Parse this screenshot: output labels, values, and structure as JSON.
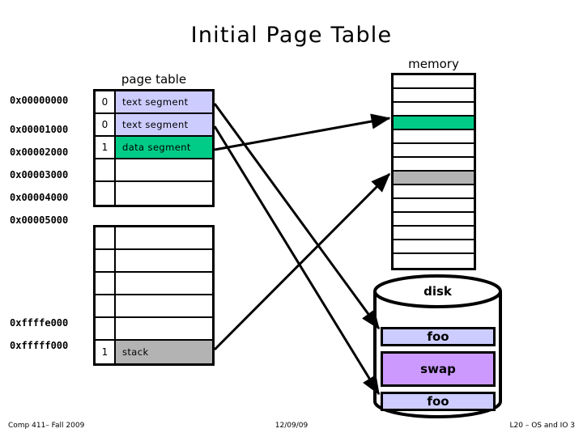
{
  "slide": {
    "title": "Initial Page Table",
    "background": "#ffffff"
  },
  "colors": {
    "text_segment": "#ccccff",
    "data_segment": "#00cc88",
    "stack": "#b3b3b3",
    "swap": "#cc99ff",
    "foo": "#ccccff",
    "memory_resident": "#00cc88",
    "memory_stack": "#b3b3b3",
    "outline": "#000000"
  },
  "page_table": {
    "label": "page table",
    "upper_rows": [
      {
        "address": "0x00000000",
        "flag": "0",
        "name": "text segment",
        "fill": "text"
      },
      {
        "address": "0x00001000",
        "flag": "0",
        "name": "text segment",
        "fill": "text"
      },
      {
        "address": "0x00002000",
        "flag": "1",
        "name": "data segment",
        "fill": "data"
      },
      {
        "address": "0x00003000",
        "flag": "",
        "name": "",
        "fill": "none"
      },
      {
        "address": "0x00004000",
        "flag": "",
        "name": "",
        "fill": "none"
      }
    ],
    "gap_address": "0x00005000",
    "lower_rows": [
      {
        "address": "",
        "flag": "",
        "name": "",
        "fill": "none"
      },
      {
        "address": "",
        "flag": "",
        "name": "",
        "fill": "none"
      },
      {
        "address": "",
        "flag": "",
        "name": "",
        "fill": "none"
      },
      {
        "address": "",
        "flag": "",
        "name": "",
        "fill": "none"
      },
      {
        "address": "0xffffe000",
        "flag": "",
        "name": "",
        "fill": "none"
      },
      {
        "address": "0xfffff000",
        "flag": "1",
        "name": "stack",
        "fill": "stack"
      }
    ]
  },
  "memory": {
    "label": "memory",
    "rows": [
      {
        "fill": "none"
      },
      {
        "fill": "none"
      },
      {
        "fill": "none"
      },
      {
        "fill": "green"
      },
      {
        "fill": "none"
      },
      {
        "fill": "none"
      },
      {
        "fill": "none"
      },
      {
        "fill": "gray"
      },
      {
        "fill": "none"
      },
      {
        "fill": "none"
      },
      {
        "fill": "none"
      },
      {
        "fill": "none"
      },
      {
        "fill": "none"
      },
      {
        "fill": "none"
      }
    ]
  },
  "disk": {
    "label": "disk",
    "slots": [
      {
        "label": "foo",
        "fill": "foo"
      },
      {
        "label": "swap",
        "fill": "swap"
      },
      {
        "label": "foo",
        "fill": "foo"
      }
    ]
  },
  "mappings": [
    {
      "from": "page-table-row-text-segment-0",
      "to": "disk-foo-top"
    },
    {
      "from": "page-table-row-text-segment-1",
      "to": "disk-foo-bottom"
    },
    {
      "from": "page-table-row-data-segment",
      "to": "memory-row-green"
    },
    {
      "from": "page-table-row-stack",
      "to": "memory-row-gray"
    }
  ],
  "footer": {
    "left": "Comp 411– Fall 2009",
    "center": "12/09/09",
    "right": "L20 – OS and IO 3"
  }
}
